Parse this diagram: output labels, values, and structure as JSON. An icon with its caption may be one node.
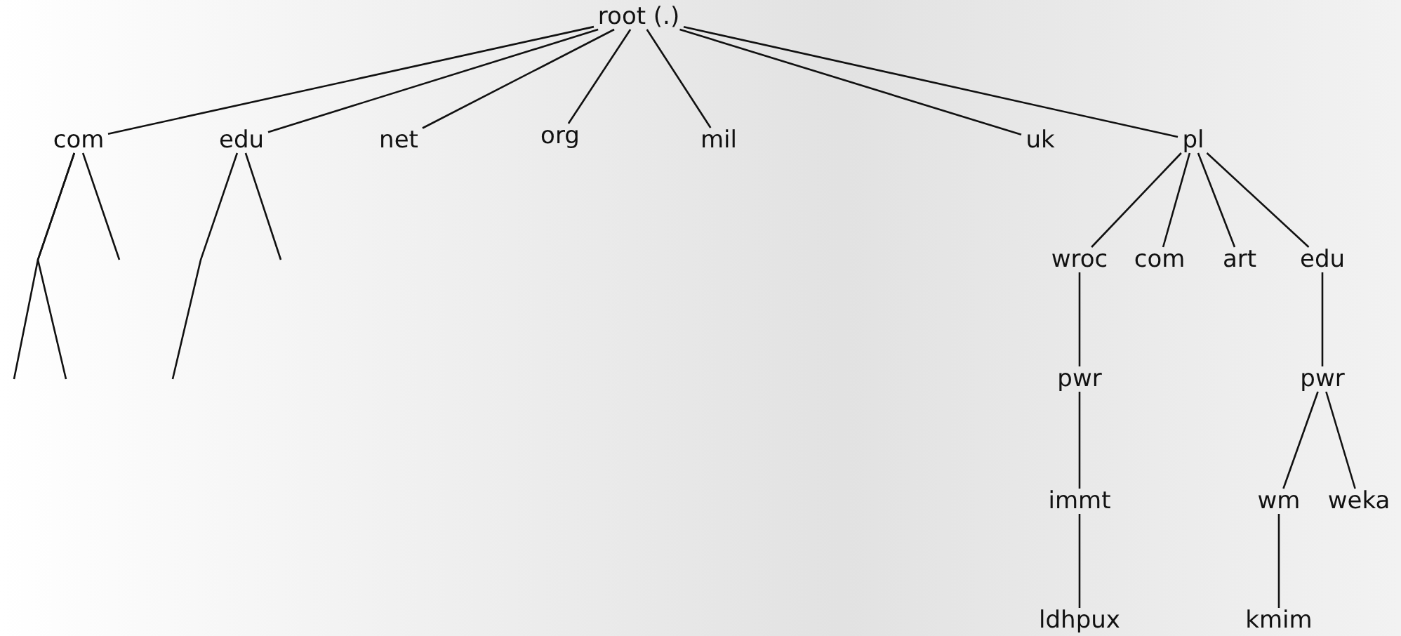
{
  "diagram": {
    "nodes": [
      {
        "text": [
          "root (.)"
        ]
      },
      {
        "text": [
          "com"
        ]
      },
      {
        "text": [
          "edu"
        ]
      },
      {
        "text": [
          "net"
        ]
      },
      {
        "text": [
          "org"
        ]
      },
      {
        "text": [
          "mil"
        ]
      },
      {
        "text": [
          "uk"
        ]
      },
      {
        "text": [
          "pl"
        ]
      },
      {
        "text": [
          "wroc"
        ]
      },
      {
        "text": [
          "com"
        ]
      },
      {
        "text": [
          "art"
        ]
      },
      {
        "text": [
          "edu"
        ]
      },
      {
        "text": [
          "pwr"
        ]
      },
      {
        "text": [
          "pwr"
        ]
      },
      {
        "text": [
          "immt"
        ]
      },
      {
        "text": [
          "wm"
        ]
      },
      {
        "text": [
          "weka"
        ]
      },
      {
        "text": [
          "ldhpux"
        ]
      },
      {
        "text": [
          "kmim"
        ]
      }
    ],
    "edges": [
      {
        "from": 0,
        "to": 1,
        "arrow": "none"
      },
      {
        "from": 0,
        "to": 2,
        "arrow": "none"
      },
      {
        "from": 0,
        "to": 3,
        "arrow": "none"
      },
      {
        "from": 0,
        "to": 4,
        "arrow": "none"
      },
      {
        "from": 0,
        "to": 5,
        "arrow": "none"
      },
      {
        "from": 0,
        "to": 6,
        "arrow": "none"
      },
      {
        "from": 0,
        "to": 7,
        "arrow": "none"
      },
      {
        "from": 7,
        "to": 8,
        "arrow": "none"
      },
      {
        "from": 7,
        "to": 9,
        "arrow": "none"
      },
      {
        "from": 7,
        "to": 10,
        "arrow": "none"
      },
      {
        "from": 7,
        "to": 11,
        "arrow": "none"
      },
      {
        "from": 8,
        "to": 12,
        "arrow": "none"
      },
      {
        "from": 12,
        "to": 14,
        "arrow": "none"
      },
      {
        "from": 14,
        "to": 17,
        "arrow": "none"
      },
      {
        "from": 11,
        "to": 13,
        "arrow": "none"
      },
      {
        "from": 13,
        "to": 15,
        "arrow": "none"
      },
      {
        "from": 13,
        "to": 16,
        "arrow": "none"
      },
      {
        "from": 15,
        "to": 18,
        "arrow": "none"
      },
      {
        "from": 1,
        "to": null,
        "arrow": "none"
      },
      {
        "from": 1,
        "to": null,
        "arrow": "none"
      },
      {
        "from": 1,
        "to": null,
        "arrow": "none"
      },
      {
        "from": 2,
        "to": null,
        "arrow": "none"
      },
      {
        "from": 2,
        "to": null,
        "arrow": "none"
      }
    ]
  }
}
